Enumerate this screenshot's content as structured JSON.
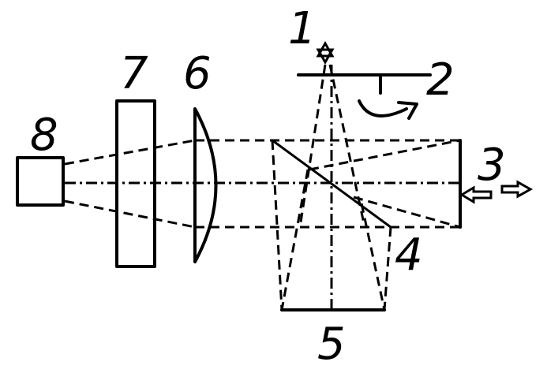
{
  "labels": {
    "l1": "1",
    "l2": "2",
    "l3": "3",
    "l4": "4",
    "l5": "5",
    "l6": "6",
    "l7": "7",
    "l8": "8"
  },
  "colors": {
    "ink": "#000000",
    "background": "#ffffff"
  }
}
